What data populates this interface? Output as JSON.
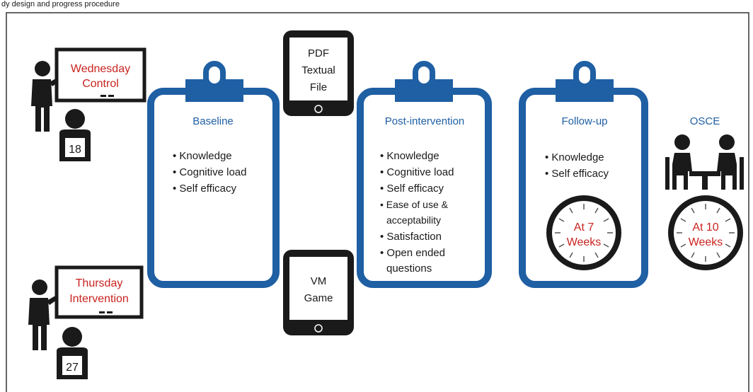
{
  "header_caption": "dy design and progress procedure",
  "groups": [
    {
      "board_line1": "Wednesday",
      "board_line2": "Control",
      "count": "18"
    },
    {
      "board_line1": "Thursday",
      "board_line2": "Intervention",
      "count": "27"
    }
  ],
  "tablets": [
    {
      "lines": [
        "PDF",
        "Textual",
        "File"
      ]
    },
    {
      "lines": [
        "VM",
        "Game"
      ]
    }
  ],
  "clipboards": [
    {
      "title": "Baseline",
      "items": [
        "Knowledge",
        "Cognitive load",
        "Self efficacy"
      ]
    },
    {
      "title": "Post-intervention",
      "items": [
        "Knowledge",
        "Cognitive load",
        "Self efficacy",
        "Ease of use &",
        "acceptability",
        "Satisfaction",
        "Open ended",
        "questions"
      ]
    },
    {
      "title": "Follow-up",
      "items": [
        "Knowledge",
        "Self efficacy"
      ],
      "clock": [
        "At 7",
        "Weeks"
      ]
    }
  ],
  "osce": {
    "title": "OSCE",
    "clock": [
      "At 10",
      "Weeks"
    ]
  },
  "colors": {
    "blue": "#1f5fa3",
    "red": "#c8231f",
    "dark": "#1a1a1a"
  }
}
